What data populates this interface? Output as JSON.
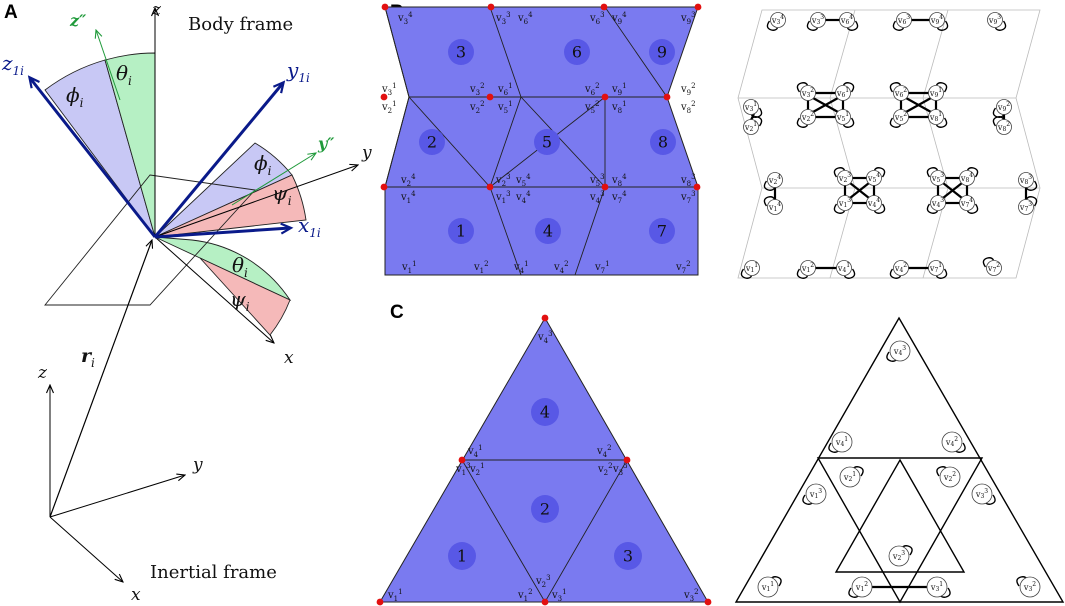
{
  "panels": {
    "A": {
      "letter": "A",
      "body_frame_label": "Body frame",
      "inertial_frame_label": "Inertial frame",
      "axes": {
        "z": "z",
        "y": "y",
        "x": "x",
        "z2": "z″",
        "y2": "y″"
      },
      "body_axes": {
        "z1": "z",
        "y1": "y",
        "x1": "x",
        "sub": "1i"
      },
      "angles": {
        "phi": "ϕ",
        "theta": "θ",
        "psi": "ψ",
        "sub": "i"
      },
      "position_vector": {
        "main": "r",
        "sub": "i"
      },
      "colors": {
        "body_axes": "#0a1a8a",
        "green_axes": "#1f9a3a",
        "phi_fill": "#c8c8f5",
        "theta_fill": "#b6f0c4",
        "psi_fill": "#f5b9b9"
      }
    },
    "B": {
      "letter": "B",
      "faces": [
        "1",
        "2",
        "3",
        "4",
        "5",
        "6",
        "7",
        "8",
        "9"
      ],
      "face_color": "#7a7af0",
      "vertex_color": "#e21010"
    },
    "C": {
      "letter": "C",
      "faces": [
        "4",
        "2",
        "1",
        "3"
      ]
    }
  }
}
